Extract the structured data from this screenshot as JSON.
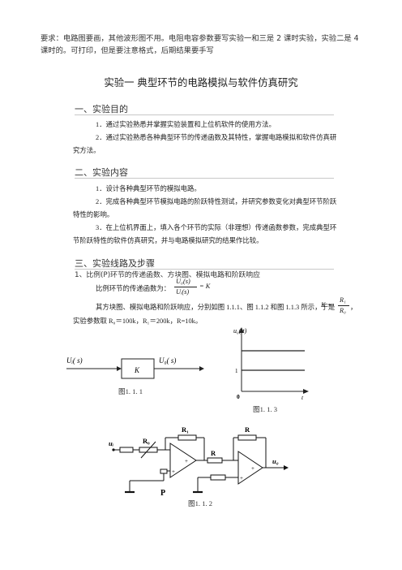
{
  "note": "要求：电路图要画，其他波形图不用。电阻电容参数要写实验一和三是 2 课时实验，实验二是 4 课时的。可打印，但是要注意格式，后期结果要手写",
  "title": "实验一  典型环节的电路模拟与软件仿真研究",
  "section1": {
    "heading": "一、实验目的",
    "p1": "1．通过实验熟悉并掌握实验装置和上位机软件的使用方法。",
    "p2": "2．通过实验熟悉各种典型环节的传递函数及其特性，掌握电路模拟和软件仿真研究方法。"
  },
  "section2": {
    "heading": "二、实验内容",
    "p1": "1．设计各种典型环节的模拟电路。",
    "p2": "2．完成各种典型环节模拟电路的阶跃特性测试，并研究参数变化对典型环节阶跃特性的影响。",
    "p3": "3．在上位机界面上，填入各个环节的实际（非理想）传递函数参数，完成典型环节阶跃特性的软件仿真研究，并与电路模拟研究的结果作比较。"
  },
  "section3": {
    "heading": "三、实验线路及步骤",
    "sub1": "1、比例(P)环节的传递函数、方块图、模拟电路和阶跃响应",
    "tf_label": "比例环节的传递函数为：",
    "tf_num": "U₀(s)",
    "tf_den": "Uᵢ(s)",
    "tf_rhs": "= K",
    "desc_before": "其方块图、模拟电路和阶跃响应，分别如图 1.1.1、图 1.1.2 和图 1.1.3 所示，于是",
    "desc_k": "K =",
    "desc_num": "R₁",
    "desc_den": "R₀",
    "desc_after": "，",
    "params": "实验参数取 R₀＝100k，R₁＝200k，R=10k。"
  },
  "fig111": {
    "input": "Uᵢ( s)",
    "block": "K",
    "output": "U₀( s)",
    "caption": "图1. 1. 1"
  },
  "fig113": {
    "ylabel": "u₀( t)",
    "ytick": "1",
    "origin": "0",
    "xlabel": "t",
    "caption": "图1. 1. 3"
  },
  "fig112": {
    "r1": "R₁",
    "r_top": "R",
    "r0": "R₀",
    "r_mid": "R",
    "ui": "uᵢ",
    "uo": "u₀",
    "p_label": "P",
    "plus1": "+",
    "plus2": "+",
    "plus3": "+",
    "plus4": "+",
    "caption": "图1. 1. 2"
  }
}
